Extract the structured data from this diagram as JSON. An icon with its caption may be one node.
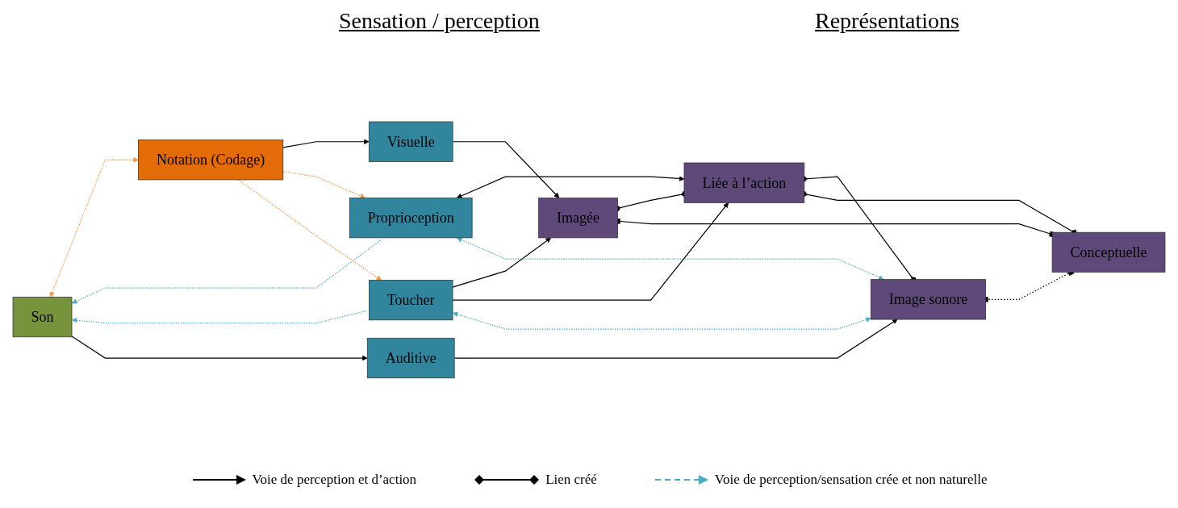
{
  "diagram": {
    "nodes": [
      {
        "text": [
          "Notation (Codage)"
        ]
      },
      {
        "text": [
          "Son"
        ]
      },
      {
        "text": [
          "Visuelle"
        ]
      },
      {
        "text": [
          "Proprioception"
        ]
      },
      {
        "text": [
          "Toucher"
        ]
      },
      {
        "text": [
          "Auditive"
        ]
      },
      {
        "text": [
          "Imagée"
        ]
      },
      {
        "text": [
          "Liée à l’action"
        ]
      },
      {
        "text": [
          "Image sonore"
        ]
      },
      {
        "text": [
          "Conceptuelle"
        ]
      }
    ],
    "edges": [
      {
        "from": 0,
        "to": 2,
        "arrow": "to"
      },
      {
        "from": 0,
        "to": 3,
        "arrow": "to",
        "style": "dashed",
        "color": "#f79646"
      },
      {
        "from": 0,
        "to": 4,
        "arrow": "to",
        "style": "dashed",
        "color": "#f79646"
      },
      {
        "from": 0,
        "to": 1,
        "arrow": "both",
        "style": "dashed",
        "color": "#f79646"
      },
      {
        "from": 3,
        "to": 1,
        "arrow": "to",
        "style": "dashed",
        "color": "#4bacc6"
      },
      {
        "from": 4,
        "to": 1,
        "arrow": "to",
        "style": "dashed",
        "color": "#4bacc6"
      },
      {
        "from": 1,
        "to": 5,
        "arrow": "to"
      },
      {
        "from": 2,
        "to": 6,
        "arrow": "to"
      },
      {
        "from": 4,
        "to": 6,
        "arrow": "to"
      },
      {
        "from": 4,
        "to": 7,
        "arrow": "to"
      },
      {
        "from": 3,
        "to": 7,
        "arrow": "both"
      },
      {
        "from": 3,
        "to": 8,
        "arrow": "both",
        "style": "dashed",
        "color": "#4bacc6"
      },
      {
        "from": 4,
        "to": 8,
        "arrow": "both",
        "style": "dashed",
        "color": "#4bacc6"
      },
      {
        "from": 5,
        "to": 8,
        "arrow": "to"
      },
      {
        "from": 6,
        "to": 7,
        "arrow": "other"
      },
      {
        "from": 7,
        "to": 8,
        "arrow": "other"
      },
      {
        "from": 6,
        "to": 9,
        "arrow": "other"
      },
      {
        "from": 7,
        "to": 9,
        "arrow": "other"
      },
      {
        "from": 8,
        "to": 9,
        "arrow": "other",
        "style": "dashed"
      }
    ],
    "labels": [
      "Sensation / perception",
      "Représentations"
    ],
    "legend": [
      {
        "text": "Voie de perception et d’action"
      },
      {
        "text": "Lien créé"
      },
      {
        "text": "Voie de perception/sensation crée et non naturelle"
      }
    ]
  }
}
